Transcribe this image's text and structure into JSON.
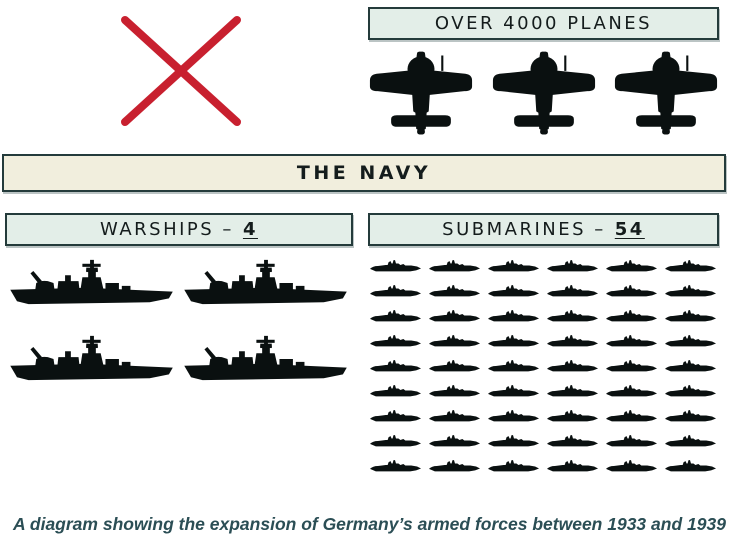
{
  "caption": "A diagram showing the expansion of Germany’s armed forces between 1933 and 1939",
  "colors": {
    "red": "#c8202f",
    "border": "#243b3b",
    "mint": "#e3eee8",
    "cream": "#f1eedd",
    "ink": "#0a1010",
    "caption": "#2b4e55"
  },
  "air": {
    "crossed_out_icon": "red-cross-icon",
    "planes_label": "OVER 4000 PLANES",
    "plane_icon": "fighter-plane-icon",
    "plane_icon_count": 3
  },
  "navy": {
    "banner_label": "THE NAVY",
    "warships": {
      "label": "WARSHIPS –",
      "count": "4",
      "icon": "warship-icon",
      "icon_count": 4
    },
    "submarines": {
      "label": "SUBMARINES –",
      "count": "54",
      "icon": "submarine-icon",
      "icon_count": 54
    }
  }
}
